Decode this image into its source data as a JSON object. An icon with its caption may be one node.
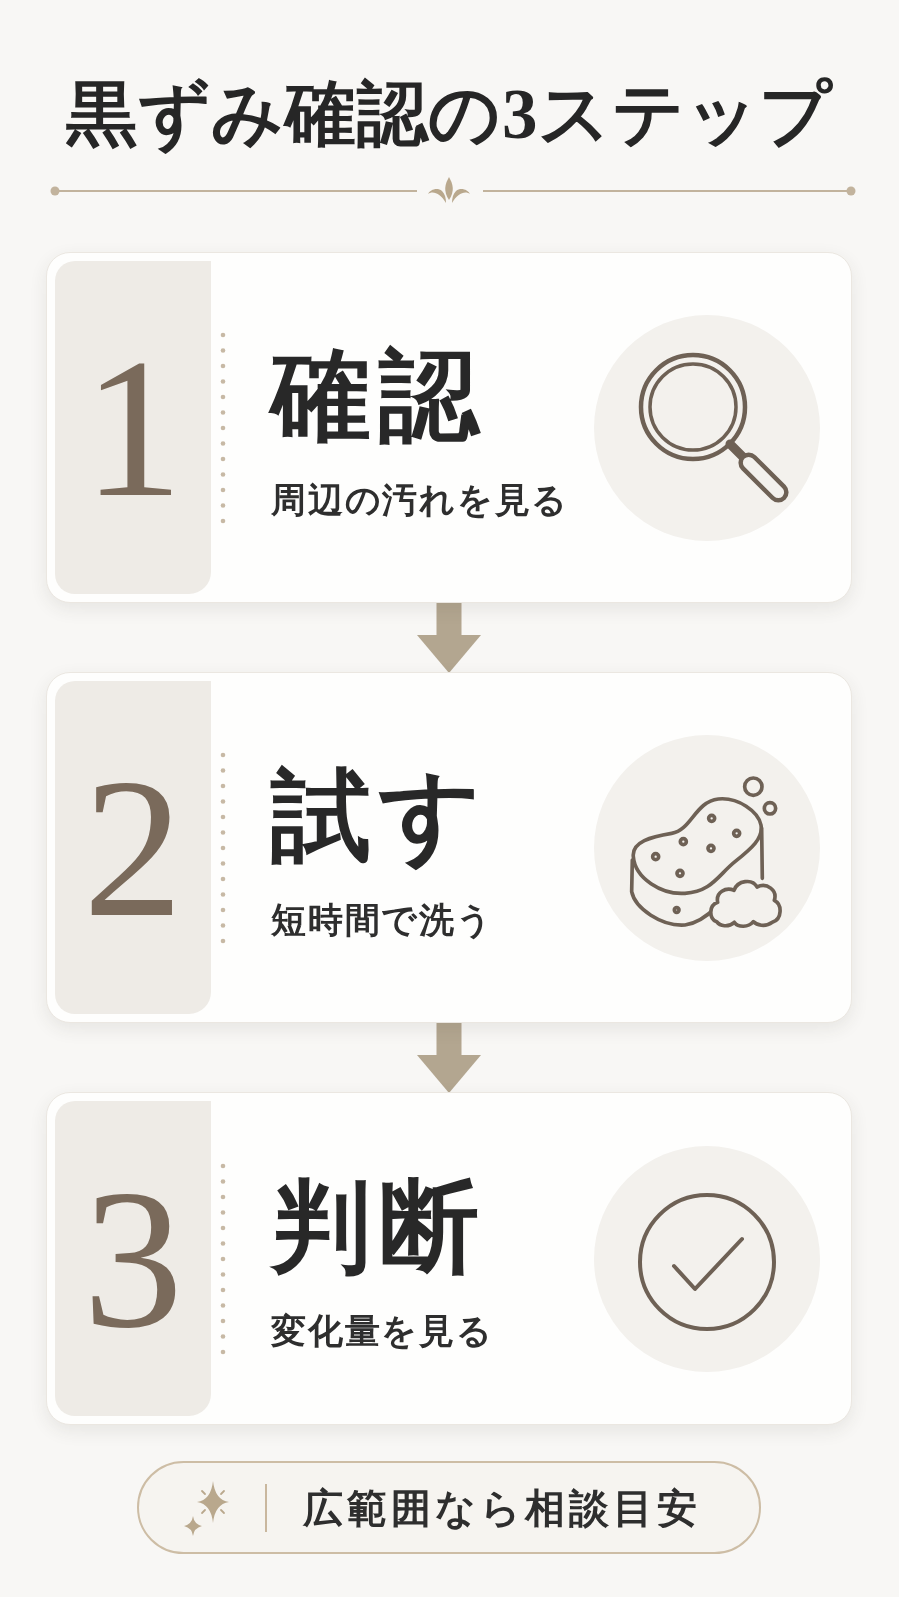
{
  "diagram": {
    "title": "黒ずみ確認の3ステップ",
    "nodes": [
      {
        "text": [
          "確認",
          "周辺の汚れを見る"
        ]
      },
      {
        "text": [
          "1"
        ],
        "in": 0
      },
      {
        "text": [
          "試す",
          "短時間で洗う"
        ]
      },
      {
        "text": [
          "2"
        ],
        "in": 2
      },
      {
        "text": [
          "判断",
          "変化量を見る"
        ]
      },
      {
        "text": [
          "3"
        ],
        "in": 4
      },
      {
        "text": [
          "広範囲なら相談目安"
        ]
      }
    ],
    "edges": [
      {
        "from": 0,
        "to": 2,
        "arrow": "to"
      },
      {
        "from": 2,
        "to": 4,
        "arrow": "to"
      }
    ]
  }
}
